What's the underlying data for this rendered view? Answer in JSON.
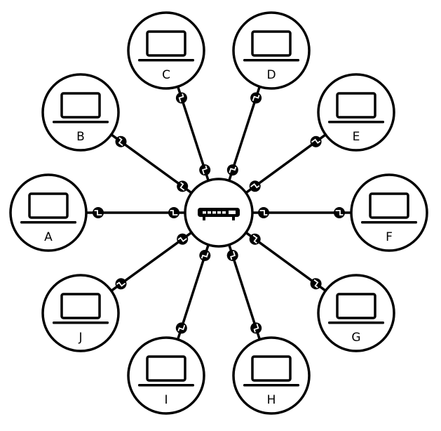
{
  "diagram": {
    "type": "star-network",
    "hub": {
      "icon": "network-switch-icon"
    },
    "nodes": [
      {
        "id": "A",
        "label": "A",
        "icon": "laptop-icon"
      },
      {
        "id": "B",
        "label": "B",
        "icon": "laptop-icon"
      },
      {
        "id": "C",
        "label": "C",
        "icon": "laptop-icon"
      },
      {
        "id": "D",
        "label": "D",
        "icon": "laptop-icon"
      },
      {
        "id": "E",
        "label": "E",
        "icon": "laptop-icon"
      },
      {
        "id": "F",
        "label": "F",
        "icon": "laptop-icon"
      },
      {
        "id": "G",
        "label": "G",
        "icon": "laptop-icon"
      },
      {
        "id": "H",
        "label": "H",
        "icon": "laptop-icon"
      },
      {
        "id": "I",
        "label": "I",
        "icon": "laptop-icon"
      },
      {
        "id": "J",
        "label": "J",
        "icon": "laptop-icon"
      }
    ],
    "connector_icon": "ethernet-connector-icon",
    "colors": {
      "stroke": "#000000",
      "fill": "#ffffff"
    }
  }
}
